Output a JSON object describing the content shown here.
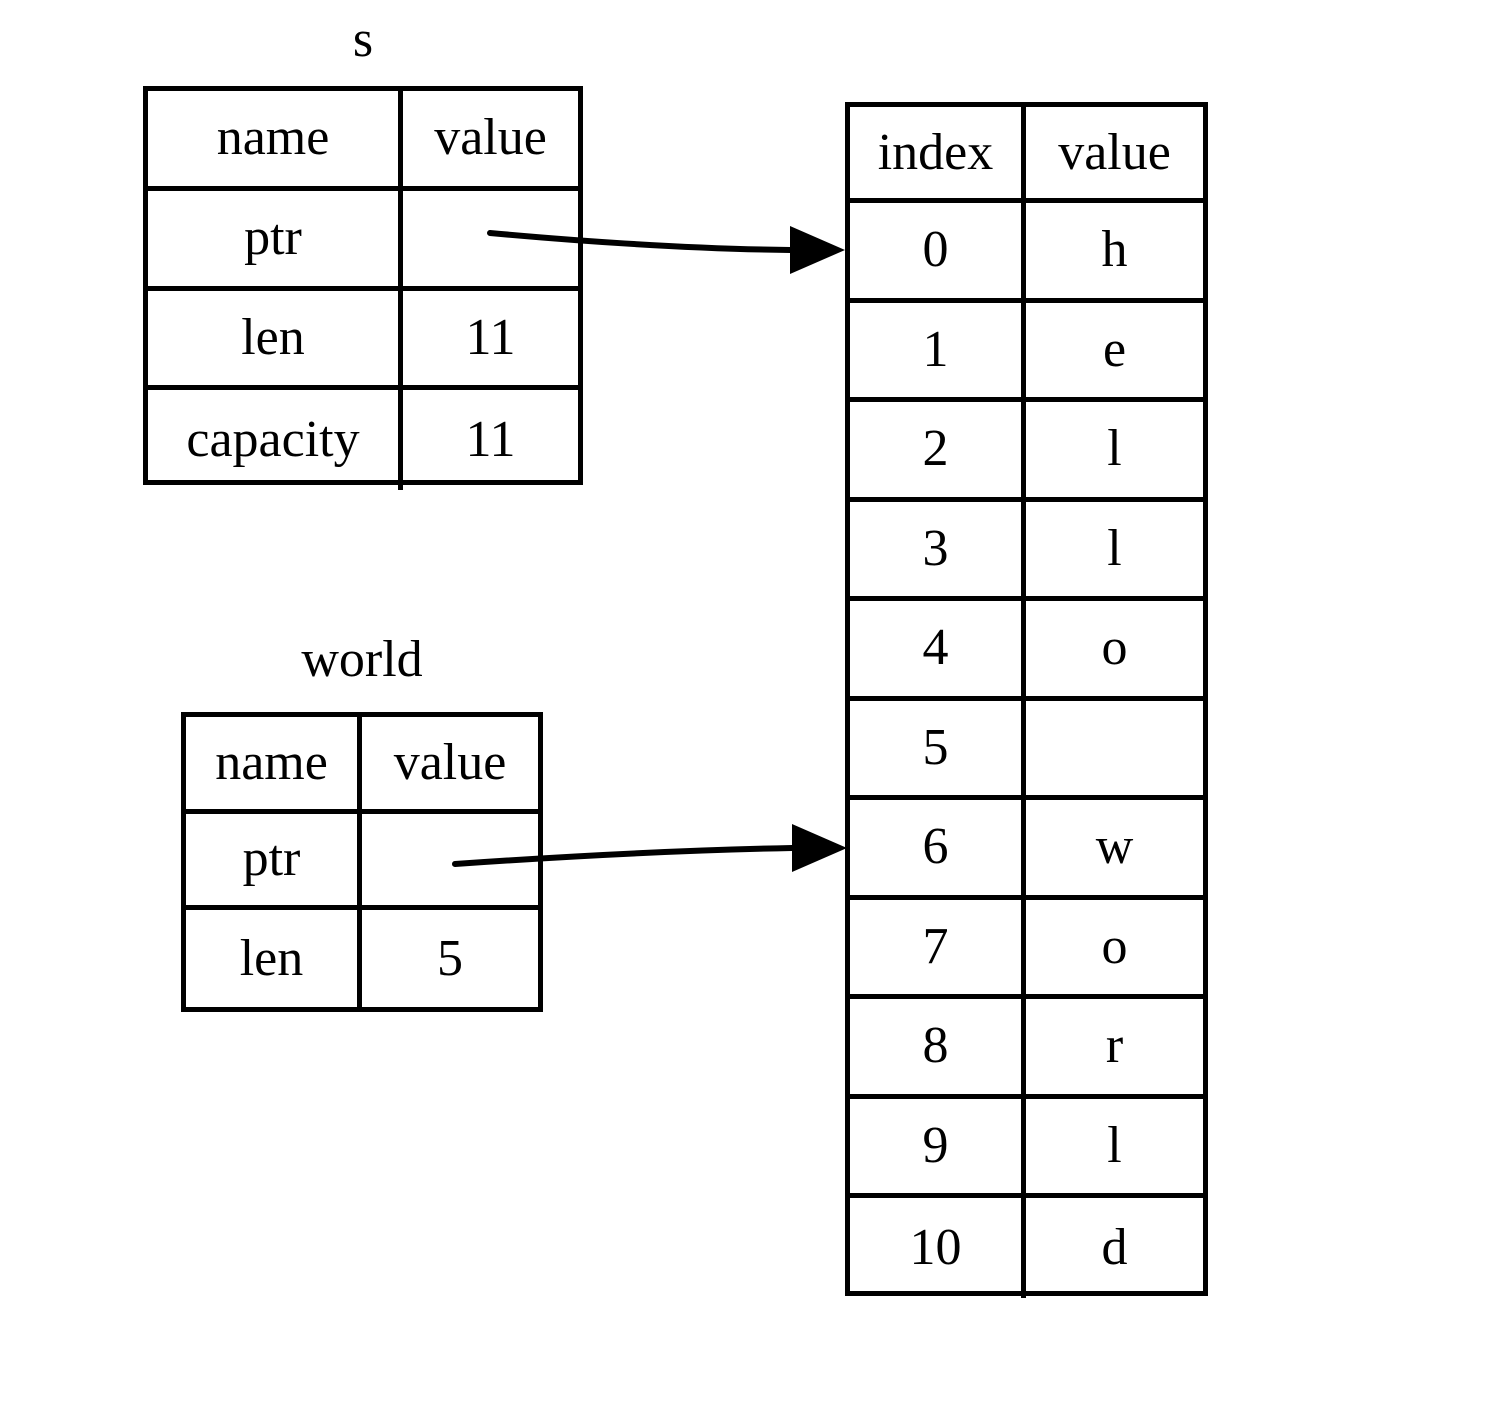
{
  "diagram": {
    "title_s": "s",
    "title_world": "world"
  },
  "struct_s": {
    "label": "s",
    "header": {
      "name": "name",
      "value": "value"
    },
    "rows": [
      {
        "name": "ptr",
        "value": ""
      },
      {
        "name": "len",
        "value": "11"
      },
      {
        "name": "capacity",
        "value": "11"
      }
    ]
  },
  "struct_world": {
    "label": "world",
    "header": {
      "name": "name",
      "value": "value"
    },
    "rows": [
      {
        "name": "ptr",
        "value": ""
      },
      {
        "name": "len",
        "value": "5"
      }
    ]
  },
  "byte_array": {
    "header": {
      "index": "index",
      "value": "value"
    },
    "rows": [
      {
        "index": "0",
        "value": "h"
      },
      {
        "index": "1",
        "value": "e"
      },
      {
        "index": "2",
        "value": "l"
      },
      {
        "index": "3",
        "value": "l"
      },
      {
        "index": "4",
        "value": "o"
      },
      {
        "index": "5",
        "value": ""
      },
      {
        "index": "6",
        "value": "w"
      },
      {
        "index": "7",
        "value": "o"
      },
      {
        "index": "8",
        "value": "r"
      },
      {
        "index": "9",
        "value": "l"
      },
      {
        "index": "10",
        "value": "d"
      }
    ]
  },
  "arrows": [
    {
      "name": "s-ptr-arrow",
      "from": "s.ptr",
      "to": "byte_array.index.0"
    },
    {
      "name": "world-ptr-arrow",
      "from": "world.ptr",
      "to": "byte_array.index.6"
    }
  ],
  "colors": {
    "stroke": "#000000",
    "background": "#ffffff"
  }
}
